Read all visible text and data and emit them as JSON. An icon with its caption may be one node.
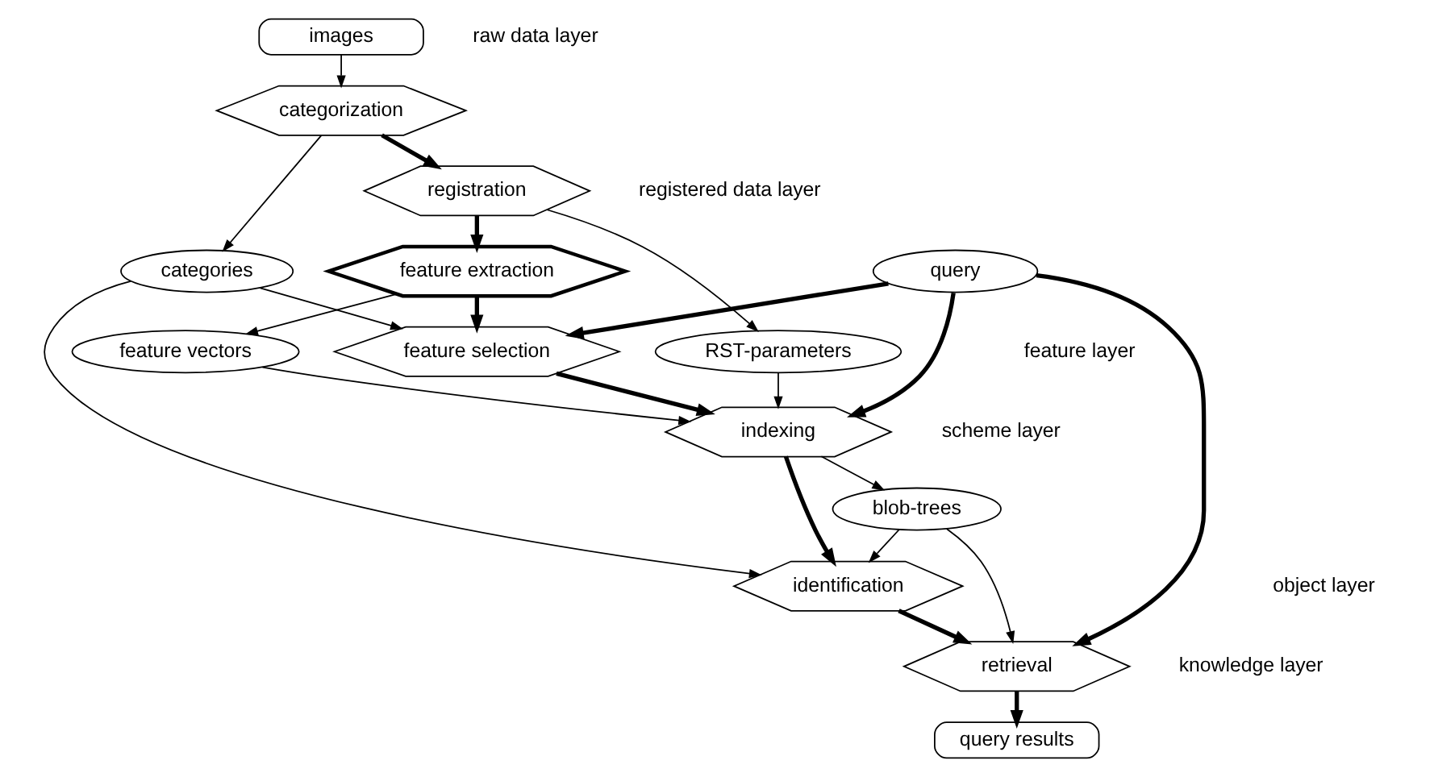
{
  "diagram": {
    "nodes": [
      {
        "text": [
          "images"
        ]
      },
      {
        "text": [
          "categorization"
        ]
      },
      {
        "text": [
          "registration"
        ]
      },
      {
        "text": [
          "feature extraction"
        ]
      },
      {
        "text": [
          "feature selection"
        ]
      },
      {
        "text": [
          "indexing"
        ]
      },
      {
        "text": [
          "identification"
        ]
      },
      {
        "text": [
          "retrieval"
        ]
      },
      {
        "text": [
          "query results"
        ]
      },
      {
        "text": [
          "categories"
        ]
      },
      {
        "text": [
          "RST-parameters"
        ]
      },
      {
        "text": [
          "feature vectors"
        ]
      },
      {
        "text": [
          "blob-trees"
        ]
      },
      {
        "text": [
          "query"
        ]
      }
    ],
    "edges": [
      {
        "from": 0,
        "to": 1,
        "arrow": "to"
      },
      {
        "from": 1,
        "to": 2,
        "arrow": "to",
        "style": "thick"
      },
      {
        "from": 2,
        "to": 3,
        "arrow": "to",
        "style": "thick"
      },
      {
        "from": 3,
        "to": 4,
        "arrow": "to",
        "style": "thick"
      },
      {
        "from": 4,
        "to": 5,
        "arrow": "to",
        "style": "thick"
      },
      {
        "from": 5,
        "to": 6,
        "arrow": "to",
        "style": "thick"
      },
      {
        "from": 6,
        "to": 7,
        "arrow": "to",
        "style": "thick"
      },
      {
        "from": 7,
        "to": 8,
        "arrow": "to",
        "style": "thick"
      },
      {
        "from": 1,
        "to": 9,
        "arrow": "to"
      },
      {
        "from": 2,
        "to": 10,
        "arrow": "to"
      },
      {
        "from": 3,
        "to": 11,
        "arrow": "to"
      },
      {
        "from": 5,
        "to": 12,
        "arrow": "to"
      },
      {
        "from": 9,
        "to": 4,
        "arrow": "to"
      },
      {
        "from": 9,
        "to": 6,
        "arrow": "to"
      },
      {
        "from": 10,
        "to": 5,
        "arrow": "to"
      },
      {
        "from": 11,
        "to": 5,
        "arrow": "to"
      },
      {
        "from": 12,
        "to": 6,
        "arrow": "to"
      },
      {
        "from": 12,
        "to": 7,
        "arrow": "to"
      },
      {
        "from": 13,
        "to": 7,
        "arrow": "to",
        "style": "thick"
      },
      {
        "from": 13,
        "to": 4,
        "arrow": "to",
        "style": "thick"
      },
      {
        "from": 13,
        "to": 5,
        "arrow": "to",
        "style": "thick"
      }
    ],
    "labels": [
      "raw data layer",
      "registered data layer",
      "feature layer",
      "scheme layer",
      "object layer",
      "knowledge layer"
    ]
  }
}
